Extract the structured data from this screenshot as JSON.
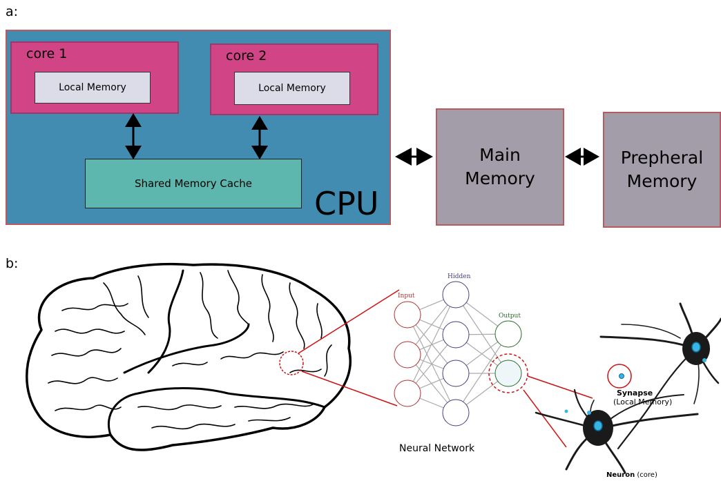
{
  "panel_a": {
    "label": "a:",
    "core1_title": "core 1",
    "core2_title": "core 2",
    "local_memory_1": "Local Memory",
    "local_memory_2": "Local Memory",
    "shared_cache": "Shared Memory Cache",
    "cpu": "CPU",
    "main_memory_line1": "Main",
    "main_memory_line2": "Memory",
    "peripheral_line1": "Prepheral",
    "peripheral_line2": "Memory"
  },
  "panel_b": {
    "label": "b:",
    "nn_input": "Input",
    "nn_hidden": "Hidden",
    "nn_output": "Output",
    "nn_caption": "Neural Network",
    "synapse_bold": "Synapse",
    "synapse_sub": "(Local Memory)",
    "neuron_bold": "Neuron",
    "neuron_sub": "(core)"
  },
  "colors": {
    "cpu": "#418cb0",
    "core": "#d14486",
    "local_memory": "#dcdce8",
    "cache": "#5db7ae",
    "memory_box": "#a39da9",
    "highlight_red": "#cc1111",
    "input_node": "#b03030",
    "hidden_node": "#404080",
    "output_node": "#2a6a2a",
    "neuron_nucleus": "#3ab4e0"
  }
}
